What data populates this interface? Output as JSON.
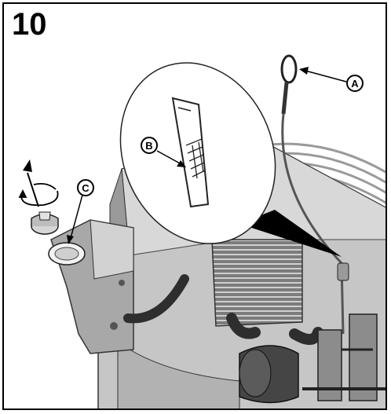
{
  "step": {
    "number": "10"
  },
  "callouts": [
    {
      "id": "a",
      "label": "A"
    },
    {
      "id": "b",
      "label": "B"
    },
    {
      "id": "c",
      "label": "C"
    }
  ],
  "colors": {
    "ink": "#000000",
    "engine_light": "#c9c9c9",
    "engine_mid": "#8a8a8a",
    "engine_dark": "#3a3a3a",
    "paper": "#ffffff"
  }
}
